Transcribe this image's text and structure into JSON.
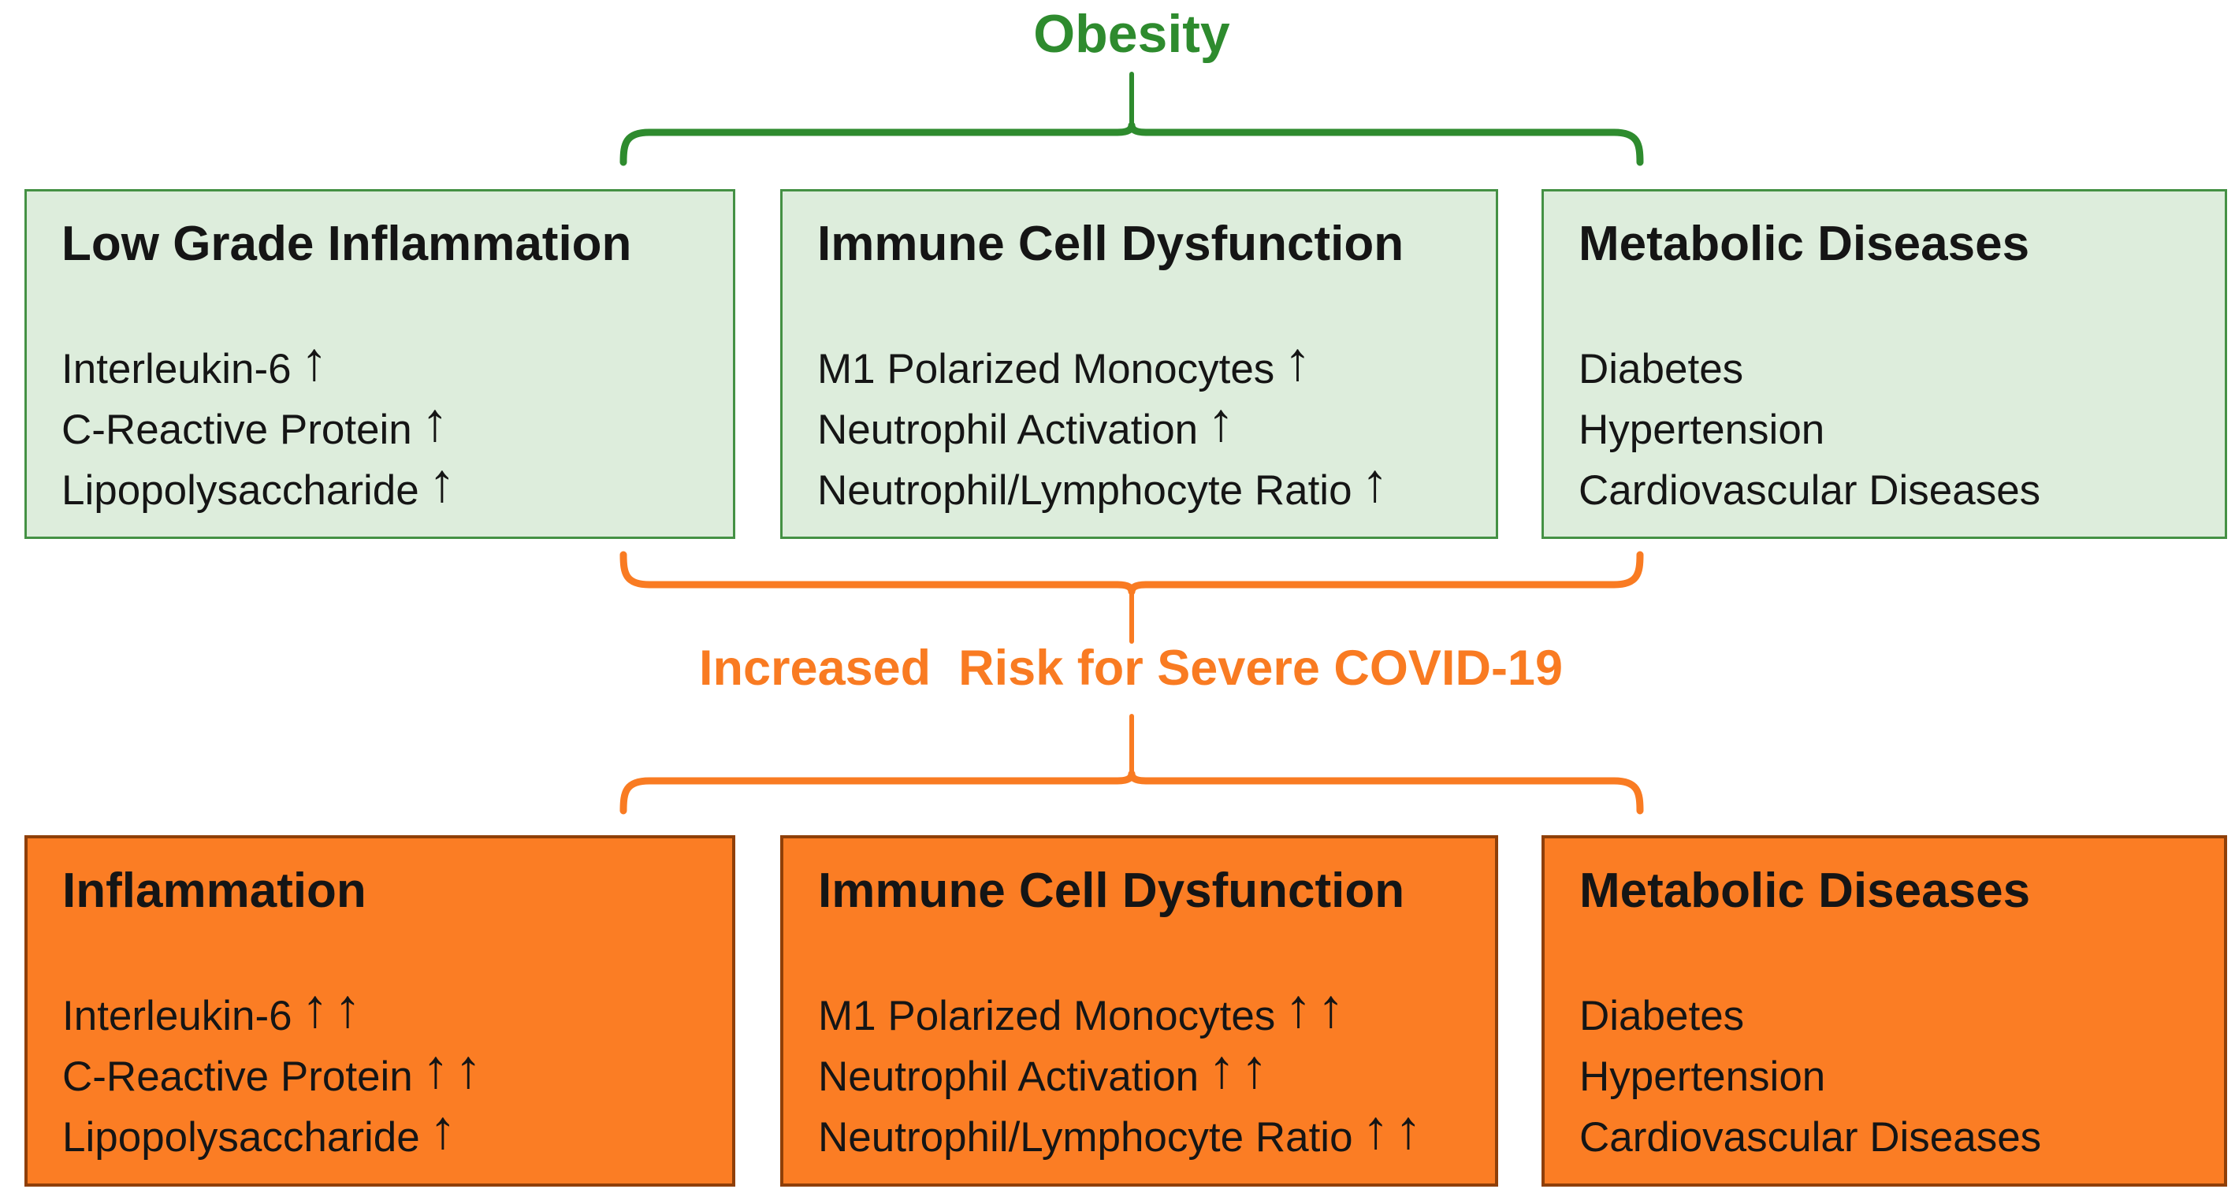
{
  "colors": {
    "background": "#FFFFFF",
    "ink": "#151515",
    "green_accent": "#2E8B2E",
    "green_box_fill": "#DDEDDC",
    "green_box_border": "#449144",
    "orange_accent": "#F97B22",
    "orange_box_fill": "#FB7D24",
    "orange_box_border": "#8F3F08"
  },
  "header": {
    "title": "Obesity"
  },
  "risk_banner": {
    "title": "Increased  Risk for Severe COVID-19"
  },
  "icons": {
    "up_arrow": "↑"
  },
  "obesity_row": {
    "boxes": [
      {
        "heading": "Low Grade Inflammation",
        "items": [
          {
            "label": "Interleukin-6",
            "arrows": "↑"
          },
          {
            "label": "C-Reactive Protein",
            "arrows": "↑"
          },
          {
            "label": "Lipopolysaccharide",
            "arrows": "↑"
          }
        ]
      },
      {
        "heading": "Immune Cell Dysfunction",
        "items": [
          {
            "label": "M1 Polarized Monocytes",
            "arrows": "↑"
          },
          {
            "label": "Neutrophil Activation",
            "arrows": "↑"
          },
          {
            "label": "Neutrophil/Lymphocyte Ratio",
            "arrows": "↑"
          }
        ]
      },
      {
        "heading": "Metabolic Diseases",
        "items": [
          {
            "label": "Diabetes",
            "arrows": ""
          },
          {
            "label": "Hypertension",
            "arrows": ""
          },
          {
            "label": "Cardiovascular Diseases",
            "arrows": ""
          }
        ]
      }
    ]
  },
  "covid_row": {
    "boxes": [
      {
        "heading": "Inflammation",
        "items": [
          {
            "label": "Interleukin-6",
            "arrows": "↑↑"
          },
          {
            "label": "C-Reactive Protein",
            "arrows": "↑↑"
          },
          {
            "label": "Lipopolysaccharide",
            "arrows": "↑"
          }
        ]
      },
      {
        "heading": "Immune Cell Dysfunction",
        "items": [
          {
            "label": "M1 Polarized Monocytes",
            "arrows": "↑↑"
          },
          {
            "label": "Neutrophil Activation",
            "arrows": "↑↑"
          },
          {
            "label": "Neutrophil/Lymphocyte Ratio",
            "arrows": "↑↑"
          }
        ]
      },
      {
        "heading": "Metabolic Diseases",
        "items": [
          {
            "label": "Diabetes",
            "arrows": ""
          },
          {
            "label": "Hypertension",
            "arrows": ""
          },
          {
            "label": "Cardiovascular Diseases",
            "arrows": ""
          }
        ]
      }
    ]
  }
}
